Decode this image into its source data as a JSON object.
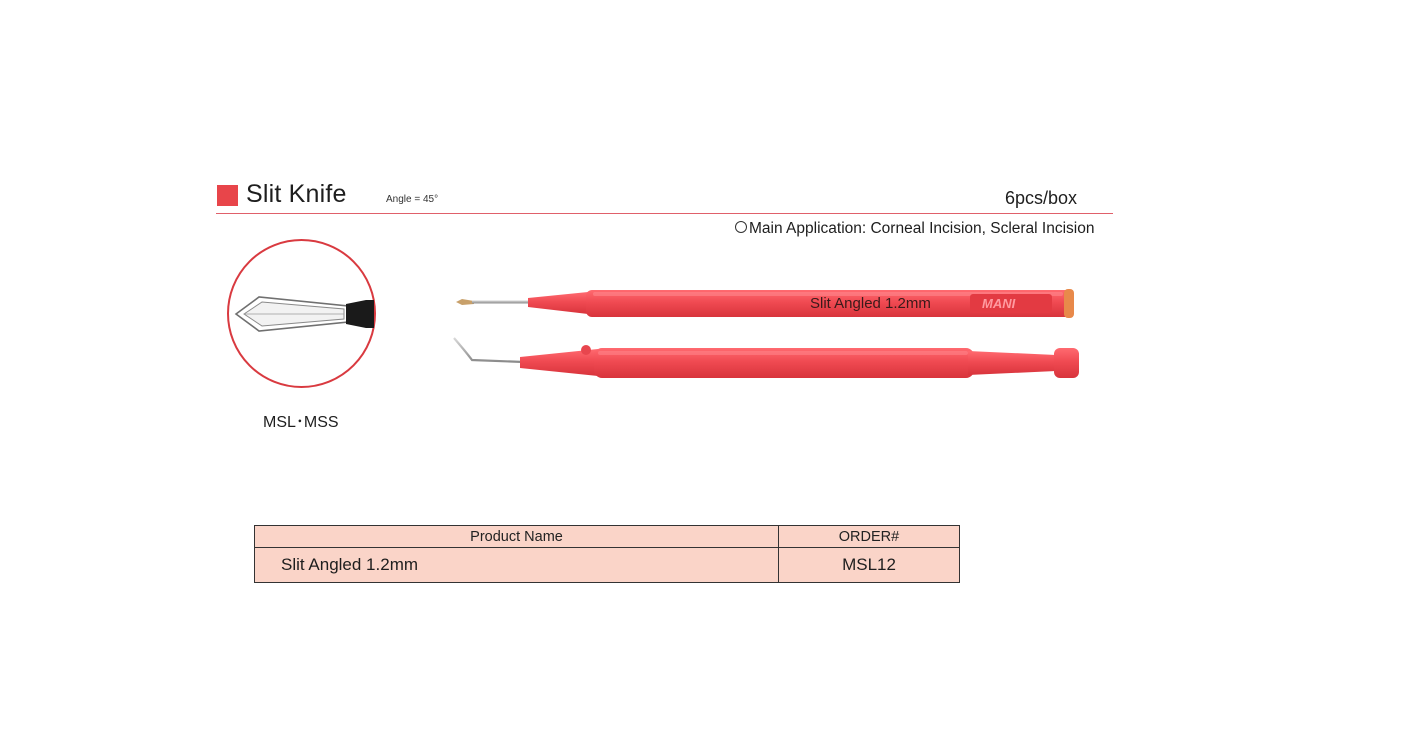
{
  "header": {
    "title": "Slit Knife",
    "angle_note": "Angle = 45°",
    "package": "6pcs/box",
    "application": "Main Application: Corneal Incision, Scleral Incision"
  },
  "detail": {
    "caption": "MSL･MSS"
  },
  "product_image": {
    "handle_text": "Slit  Angled  1.2mm",
    "brand_text": "MANI"
  },
  "table": {
    "headers": [
      "Product Name",
      "ORDER#"
    ],
    "rows": [
      {
        "name": "Slit Angled 1.2mm",
        "order": "MSL12"
      }
    ]
  },
  "colors": {
    "accent": "#e8454a",
    "rule": "#e0606a",
    "handle": "#f04a52",
    "table_fill": "#fad4c8"
  }
}
